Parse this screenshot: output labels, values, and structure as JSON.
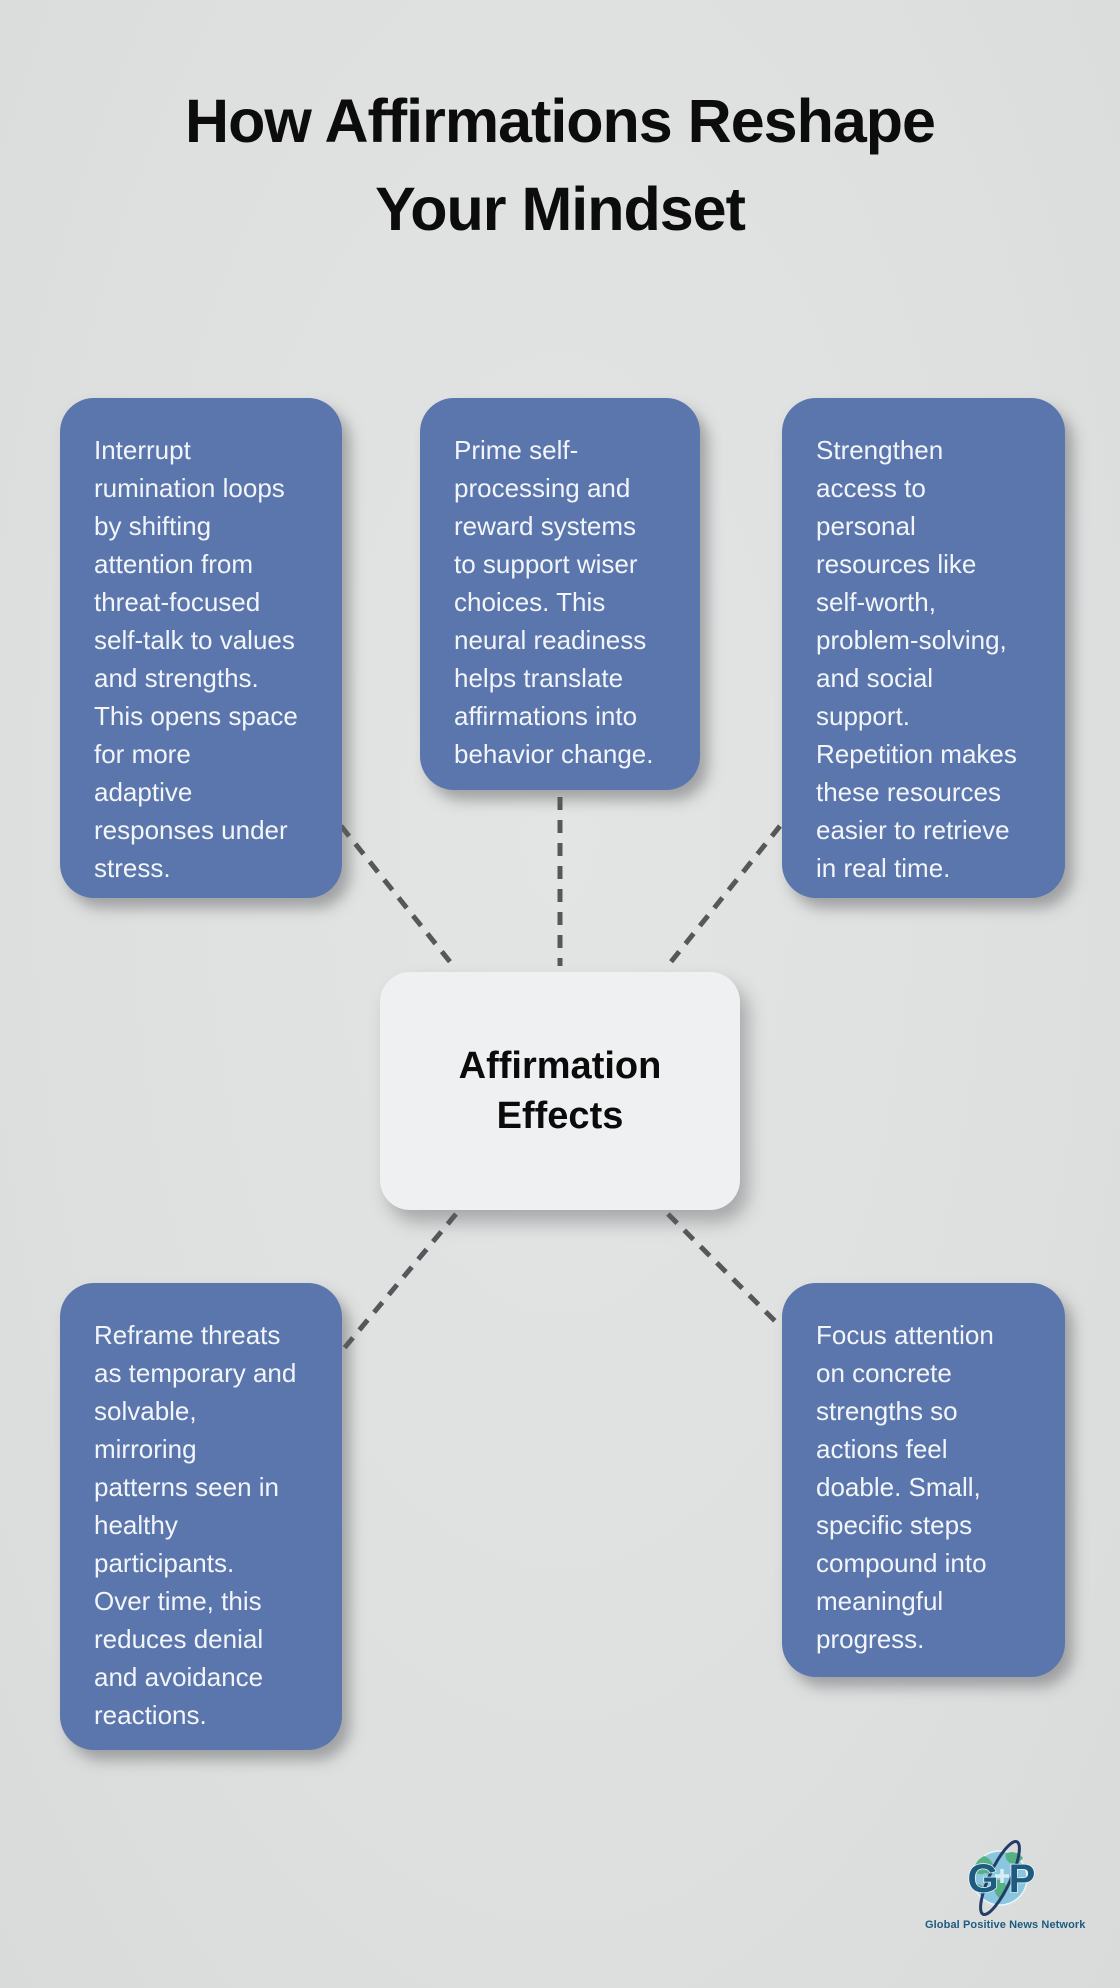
{
  "title": "How Affirmations Reshape\nYour Mindset",
  "center_node": {
    "label": "Affirmation\nEffects"
  },
  "nodes": [
    {
      "position": "top-left",
      "text": "Interrupt\nrumination loops\nby shifting\nattention from\nthreat-focused\nself-talk to values\nand strengths.\nThis opens space\nfor more\nadaptive\nresponses under\nstress."
    },
    {
      "position": "top-middle",
      "text": "Prime self-\nprocessing and\nreward systems\nto support wiser\nchoices. This\nneural readiness\nhelps translate\naffirmations into\nbehavior change."
    },
    {
      "position": "top-right",
      "text": "Strengthen\naccess to\npersonal\nresources like\nself-worth,\nproblem-solving,\nand social\nsupport.\nRepetition makes\nthese resources\neasier to retrieve\nin real time."
    },
    {
      "position": "bottom-left",
      "text": "Reframe threats\nas temporary and\nsolvable,\nmirroring\npatterns seen in\nhealthy\nparticipants.\nOver time, this\nreduces denial\nand avoidance\nreactions."
    },
    {
      "position": "bottom-right",
      "text": "Focus attention\non concrete\nstrengths so\nactions feel\ndoable. Small,\nspecific steps\ncompound into\nmeaningful\nprogress."
    }
  ],
  "logo": {
    "letter_left": "G",
    "letter_right": "P",
    "caption": "Global Positive News Network"
  },
  "colors": {
    "background": "#dfe1e1",
    "node_fill": "#5b76ac",
    "node_text": "#f2f5f9",
    "center_fill": "#eff0f2",
    "center_text": "#0b0b0b",
    "connector": "#56575a",
    "title": "#0c0c0c",
    "logo_navy": "#1d5b80",
    "logo_orbit": "#223e66",
    "globe_water": "#8ac6e0",
    "globe_land": "#55b183"
  }
}
